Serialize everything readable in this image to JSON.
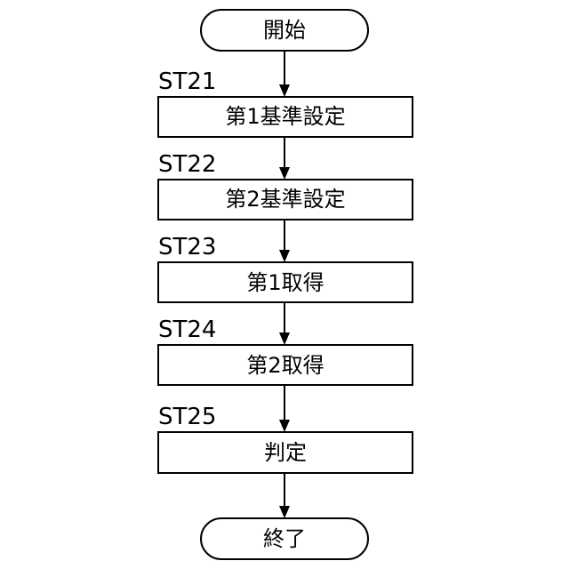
{
  "flowchart": {
    "start": {
      "label": "開始"
    },
    "end": {
      "label": "終了"
    },
    "steps": [
      {
        "id": "ST21",
        "label": "第1基準設定"
      },
      {
        "id": "ST22",
        "label": "第2基準設定"
      },
      {
        "id": "ST23",
        "label": "第1取得"
      },
      {
        "id": "ST24",
        "label": "第2取得"
      },
      {
        "id": "ST25",
        "label": "判定"
      }
    ]
  }
}
